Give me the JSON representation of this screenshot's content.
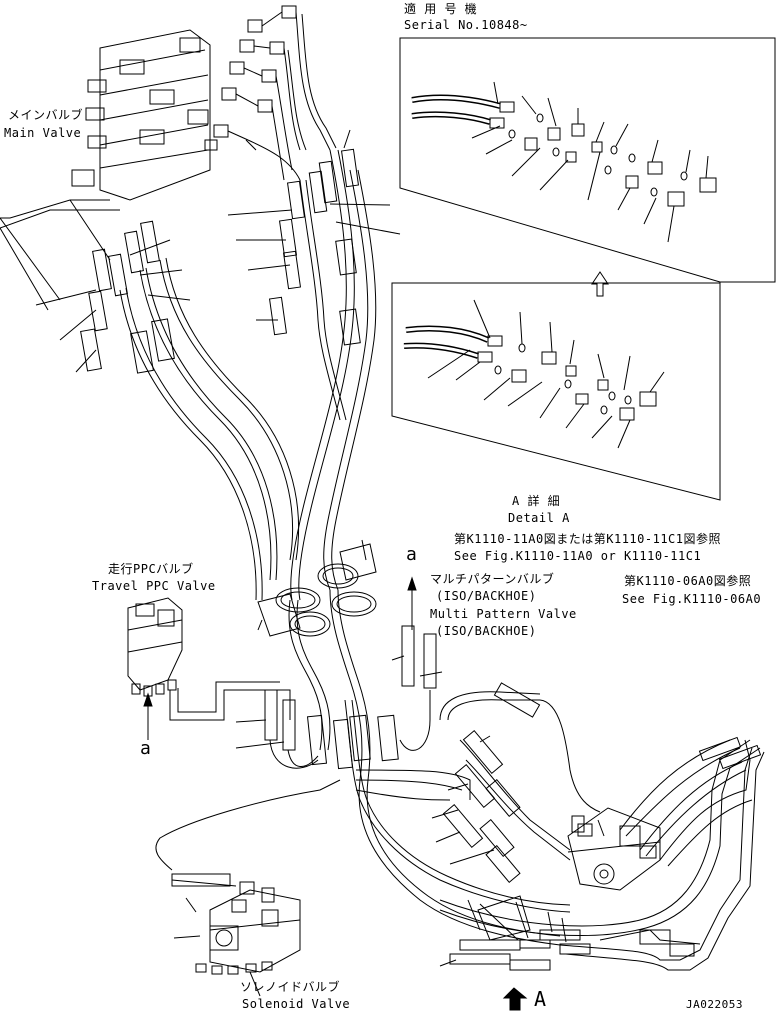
{
  "labels": {
    "serial_jp": "適 用 号 機",
    "serial_en": "Serial No.10848~",
    "main_valve_jp": "メインバルブ",
    "main_valve_en": "Main Valve",
    "detail_jp": "A 詳 細",
    "detail_en": "Detail A",
    "ref1_jp": "第K1110-11A0図または第K1110-11C1図参照",
    "ref1_en": "See Fig.K1110-11A0 or K1110-11C1",
    "ref2_jp": "第K1110-06A0図参照",
    "ref2_en": "See Fig.K1110-06A0",
    "travel_ppc_jp": "走行PPCバルブ",
    "travel_ppc_en": "Travel PPC Valve",
    "multi_pattern_jp": "マルチパターンバルブ",
    "multi_pattern_jp2": "(ISO/BACKHOE)",
    "multi_pattern_en": "Multi Pattern Valve",
    "multi_pattern_en2": "(ISO/BACKHOE)",
    "solenoid_jp": "ソレノイドバルブ",
    "solenoid_en": "Solenoid Valve",
    "marker_a_top": "a",
    "marker_a_left": "a",
    "marker_A": "A",
    "drawing_no": "JA022053"
  },
  "colors": {
    "line": "#000000",
    "background": "#ffffff"
  }
}
